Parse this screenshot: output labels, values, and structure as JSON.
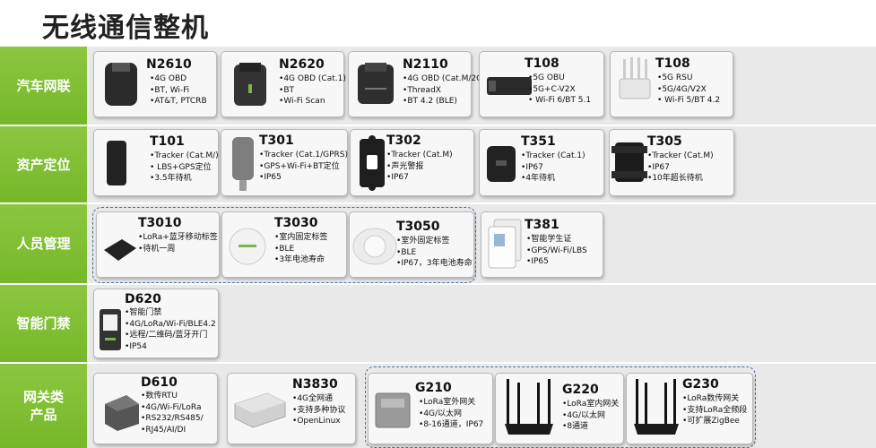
{
  "page_title": "无线通信整机",
  "categories": {
    "vehicle": "汽车网联",
    "asset": "资产定位",
    "personnel": "人员管理",
    "access": "智能门禁",
    "gateway": "网关类\n产品"
  },
  "products": {
    "n2610": {
      "name": "N2610",
      "specs": [
        "4G OBD",
        "BT, Wi-Fi",
        "AT&T, PTCRB"
      ]
    },
    "n2620": {
      "name": "N2620",
      "specs": [
        "4G OBD (Cat.1)",
        "BT",
        "Wi-Fi Scan"
      ]
    },
    "n2110": {
      "name": "N2110",
      "specs": [
        "4G OBD (Cat.M/2G)",
        "ThreadX",
        "BT 4.2 (BLE)"
      ]
    },
    "t108a": {
      "name": "T108",
      "specs": [
        "5G OBU",
        "5G+C-V2X",
        " Wi-Fi 6/BT 5.1"
      ]
    },
    "t108b": {
      "name": "T108",
      "specs": [
        "5G RSU",
        "5G/4G/V2X",
        " Wi-Fi 5/BT 4.2"
      ]
    },
    "t101": {
      "name": "T101",
      "specs": [
        "Tracker (Cat.M/)",
        " LBS+GPS定位",
        "3.5年待机"
      ]
    },
    "t301": {
      "name": "T301",
      "specs": [
        "Tracker (Cat.1/GPRS)",
        "GPS+Wi-Fi+BT定位",
        "IP65"
      ]
    },
    "t302": {
      "name": "T302",
      "specs": [
        "Tracker (Cat.M)",
        "声光警报",
        "IP67"
      ]
    },
    "t351": {
      "name": "T351",
      "specs": [
        "Tracker (Cat.1)",
        "IP67",
        "4年待机"
      ]
    },
    "t305": {
      "name": "T305",
      "specs": [
        "Tracker (Cat.M)",
        "IP67",
        "10年超长待机"
      ]
    },
    "t3010": {
      "name": "T3010",
      "specs": [
        "LoRa+蓝牙移动标签",
        "待机一周"
      ]
    },
    "t3030": {
      "name": "T3030",
      "specs": [
        "室内固定标签",
        "BLE",
        "3年电池寿命"
      ]
    },
    "t3050": {
      "name": "T3050",
      "specs": [
        "室外固定标签",
        "BLE",
        "IP67，3年电池寿命"
      ]
    },
    "t381": {
      "name": "T381",
      "specs": [
        "智能学生证",
        "GPS/Wi-Fi/LBS",
        "IP65"
      ]
    },
    "d620": {
      "name": "D620",
      "specs": [
        "智能门禁",
        "4G/LoRa/Wi-Fi/BLE4.2",
        "远程/二维码/蓝牙开门",
        "IP54"
      ]
    },
    "d610": {
      "name": "D610",
      "specs": [
        "数传RTU",
        "4G/Wi-Fi/LoRa",
        "RS232/RS485/",
        "RJ45/AI/DI"
      ]
    },
    "n3830": {
      "name": "N3830",
      "specs": [
        "4G全网通",
        "支持多种协议",
        "OpenLinux"
      ]
    },
    "g210": {
      "name": "G210",
      "specs": [
        "LoRa室外网关",
        "4G/以太网",
        "8-16通道，IP67"
      ]
    },
    "g220": {
      "name": "G220",
      "specs": [
        "LoRa室内网关",
        "4G/以太网",
        "8通道"
      ]
    },
    "g230": {
      "name": "G230",
      "specs": [
        "LoRa数传网关",
        "支持LoRa全频段",
        "可扩展ZigBee"
      ]
    }
  }
}
